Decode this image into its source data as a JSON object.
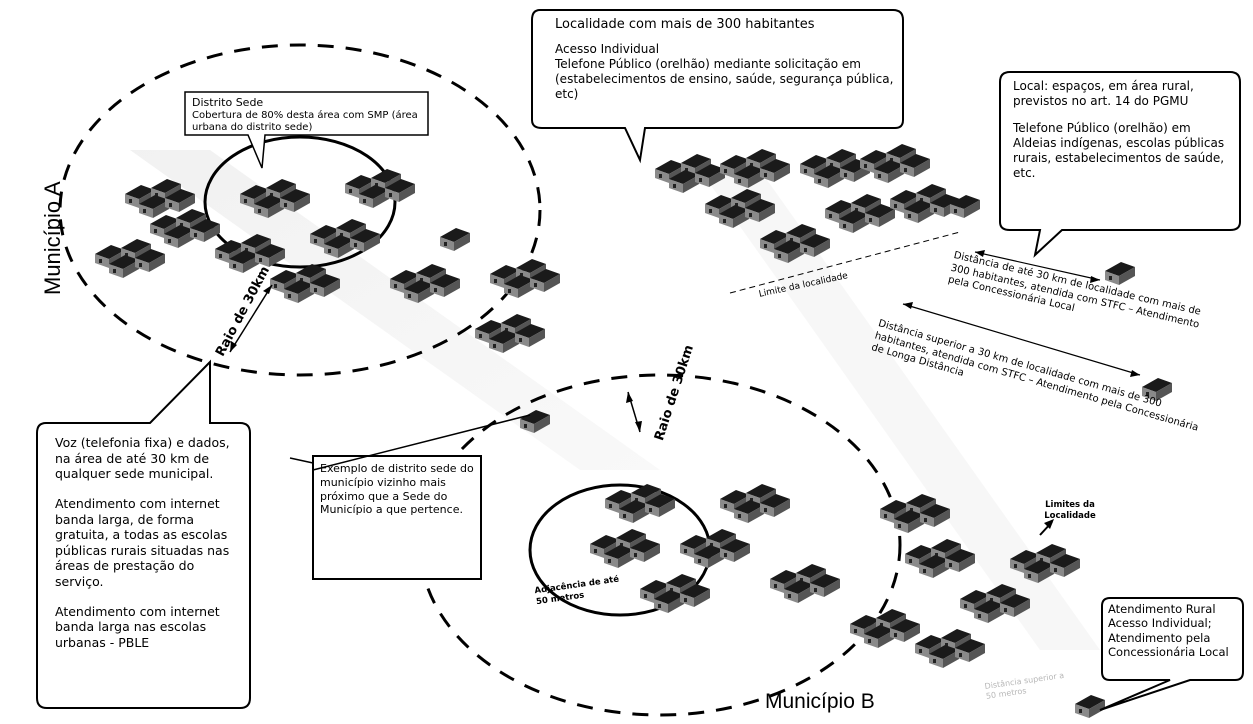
{
  "municipio_a": "Município A",
  "municipio_b": "Município B",
  "raio_1": "Raio de 30km",
  "raio_2": "Raio de 30km",
  "distrito_sede": {
    "title": "Distrito Sede",
    "body": "Cobertura de 80% desta área com SMP (área urbana do distrito sede)"
  },
  "localidade_300": {
    "title": "Localidade com mais de 300 habitantes",
    "line1": "Acesso Individual",
    "line2": "Telefone Público (orelhão) mediante solicitação em (estabelecimentos de ensino, saúde, segurança pública, etc)"
  },
  "local_rural": {
    "p1": "Local: espaços, em área rural, previstos no art. 14 do PGMU",
    "p2": "Telefone Público (orelhão) em Aldeias indígenas, escolas públicas rurais, estabelecimentos de saúde, etc."
  },
  "voz_dados": {
    "p1": "Voz (telefonia fixa) e dados, na área de até 30 km de qualquer sede municipal.",
    "p2": "Atendimento com internet banda larga, de forma gratuita, a todas as escolas públicas rurais situadas nas áreas de prestação do serviço.",
    "p3": "Atendimento com internet banda larga nas escolas urbanas - PBLE"
  },
  "exemplo_distrito": "Exemplo de distrito sede do município vizinho mais próximo que a Sede do Município a que pertence.",
  "atendimento_rural": {
    "l1": "Atendimento Rural",
    "l2": "Acesso Individual;",
    "l3": "Atendimento pela Concessionária Local"
  },
  "limite_localidade": "Limite da localidade",
  "limites_localidade": "Limites da Localidade",
  "adjacencia": "Adjacência de até 50 metros",
  "distancia_ate_30": "Distância de até 30 km de localidade com mais de 300 habitantes, atendida com STFC – Atendimento pela Concessionária Local",
  "distancia_superior_30": "Distância superior a 30 km de localidade com mais de 300 habitantes, atendida com STFC – Atendimento pela Concessionária de Longa Distância",
  "distancia_faint": "Distância superior a 50 metros"
}
